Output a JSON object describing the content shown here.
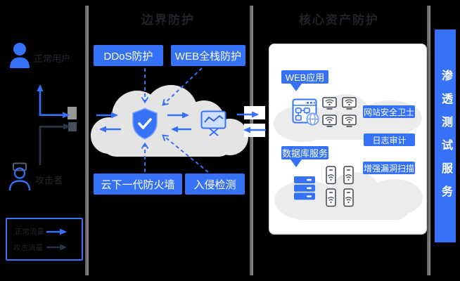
{
  "titles": {
    "left": "边界防护",
    "right": "核心资产防护"
  },
  "actors": {
    "user": "正常用户",
    "attacker": "攻击者"
  },
  "legend": {
    "normal_label": "正常流量",
    "attack_label": "攻击流量"
  },
  "protections": {
    "ddos": "DDoS防护",
    "waf": "WEB全栈防护",
    "firewall": "云下一代防火墙",
    "ids": "入侵检测"
  },
  "panel": {
    "web_tag": "WEB应用",
    "db_tag": "数据库服务",
    "products": [
      "网站安全卫士",
      "日志审计",
      "增强漏洞扫描"
    ]
  },
  "side_service": "渗透测试服务",
  "icons": {
    "user": "user-icon",
    "attacker": "hacker-icon",
    "shield": "shield-check-icon",
    "easel": "presentation-chart-icon",
    "webapp": "browser-flowchart-globe-icon",
    "database": "server-stack-icon",
    "monitor_wifi": "monitor-wifi-icon",
    "host_wifi": "host-wifi-icon"
  },
  "colors": {
    "accent": "#3672F8",
    "cloud_gray": "#E4E4E4",
    "panel_background": "#FFFFFF",
    "divider_gray": "#757575",
    "dark_arrow": "#2A3749",
    "dark_text": "#22262C",
    "background": "#000000"
  }
}
